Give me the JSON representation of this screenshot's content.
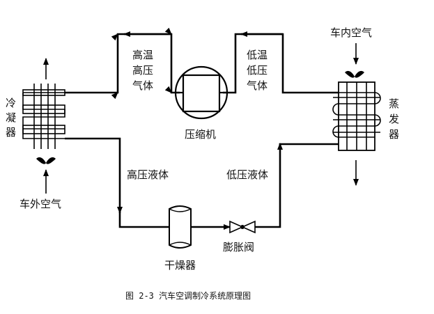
{
  "labels": {
    "condenser": [
      "冷",
      "凝",
      "器"
    ],
    "evaporator": [
      "蒸",
      "发",
      "器"
    ],
    "compressor": "压缩机",
    "dryer": "干燥器",
    "expansion_valve": "膨胀阀",
    "hp_gas": [
      "高温",
      "高压",
      "气体"
    ],
    "lp_gas": [
      "低温",
      "低压",
      "气体"
    ],
    "hp_liquid": "高压液体",
    "lp_liquid": "低压液体",
    "inside_air": "车内空气",
    "outside_air": "车外空气"
  },
  "caption": "图 2-3 汽车空调制冷系统原理图"
}
